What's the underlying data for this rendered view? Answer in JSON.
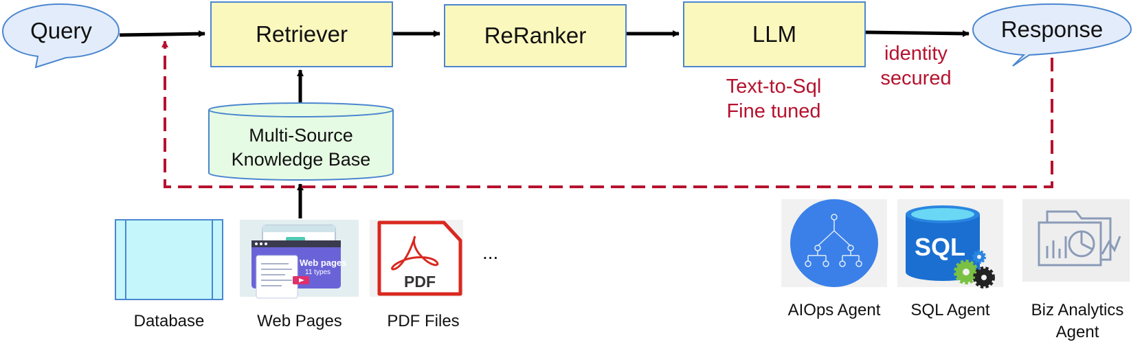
{
  "pipeline": {
    "query": "Query",
    "retriever": "Retriever",
    "reranker": "ReRanker",
    "llm": "LLM",
    "response": "Response"
  },
  "annotations": {
    "llm_note_line1": "Text-to-Sql",
    "llm_note_line2": "Fine tuned",
    "response_note_line1": "identity",
    "response_note_line2": "secured"
  },
  "knowledge_base": {
    "line1": "Multi-Source",
    "line2": "Knowledge Base"
  },
  "sources": {
    "database": "Database",
    "web_pages": "Web Pages",
    "web_pages_title": "Web pages",
    "web_pages_subtitle": "11 types",
    "pdf_files": "PDF Files",
    "pdf_label": "PDF",
    "more": "..."
  },
  "agents": {
    "aiops": "AIOps Agent",
    "sql": "SQL Agent",
    "sql_label": "SQL",
    "biz_line1": "Biz Analytics",
    "biz_line2": "Agent"
  },
  "colors": {
    "box_fill": "#fbf8be",
    "box_border": "#4a86cf",
    "bubble_fill": "#e3ecfa",
    "kb_fill": "#e6fbe3",
    "feedback_red": "#b5122e",
    "database_fill": "#c4f6fb"
  },
  "icons": {
    "database": "database-table-icon",
    "web_pages": "web-pages-icon",
    "pdf": "pdf-file-icon",
    "aiops": "hierarchy-tree-icon",
    "sql": "sql-database-gears-icon",
    "biz": "analytics-dashboard-icon"
  }
}
